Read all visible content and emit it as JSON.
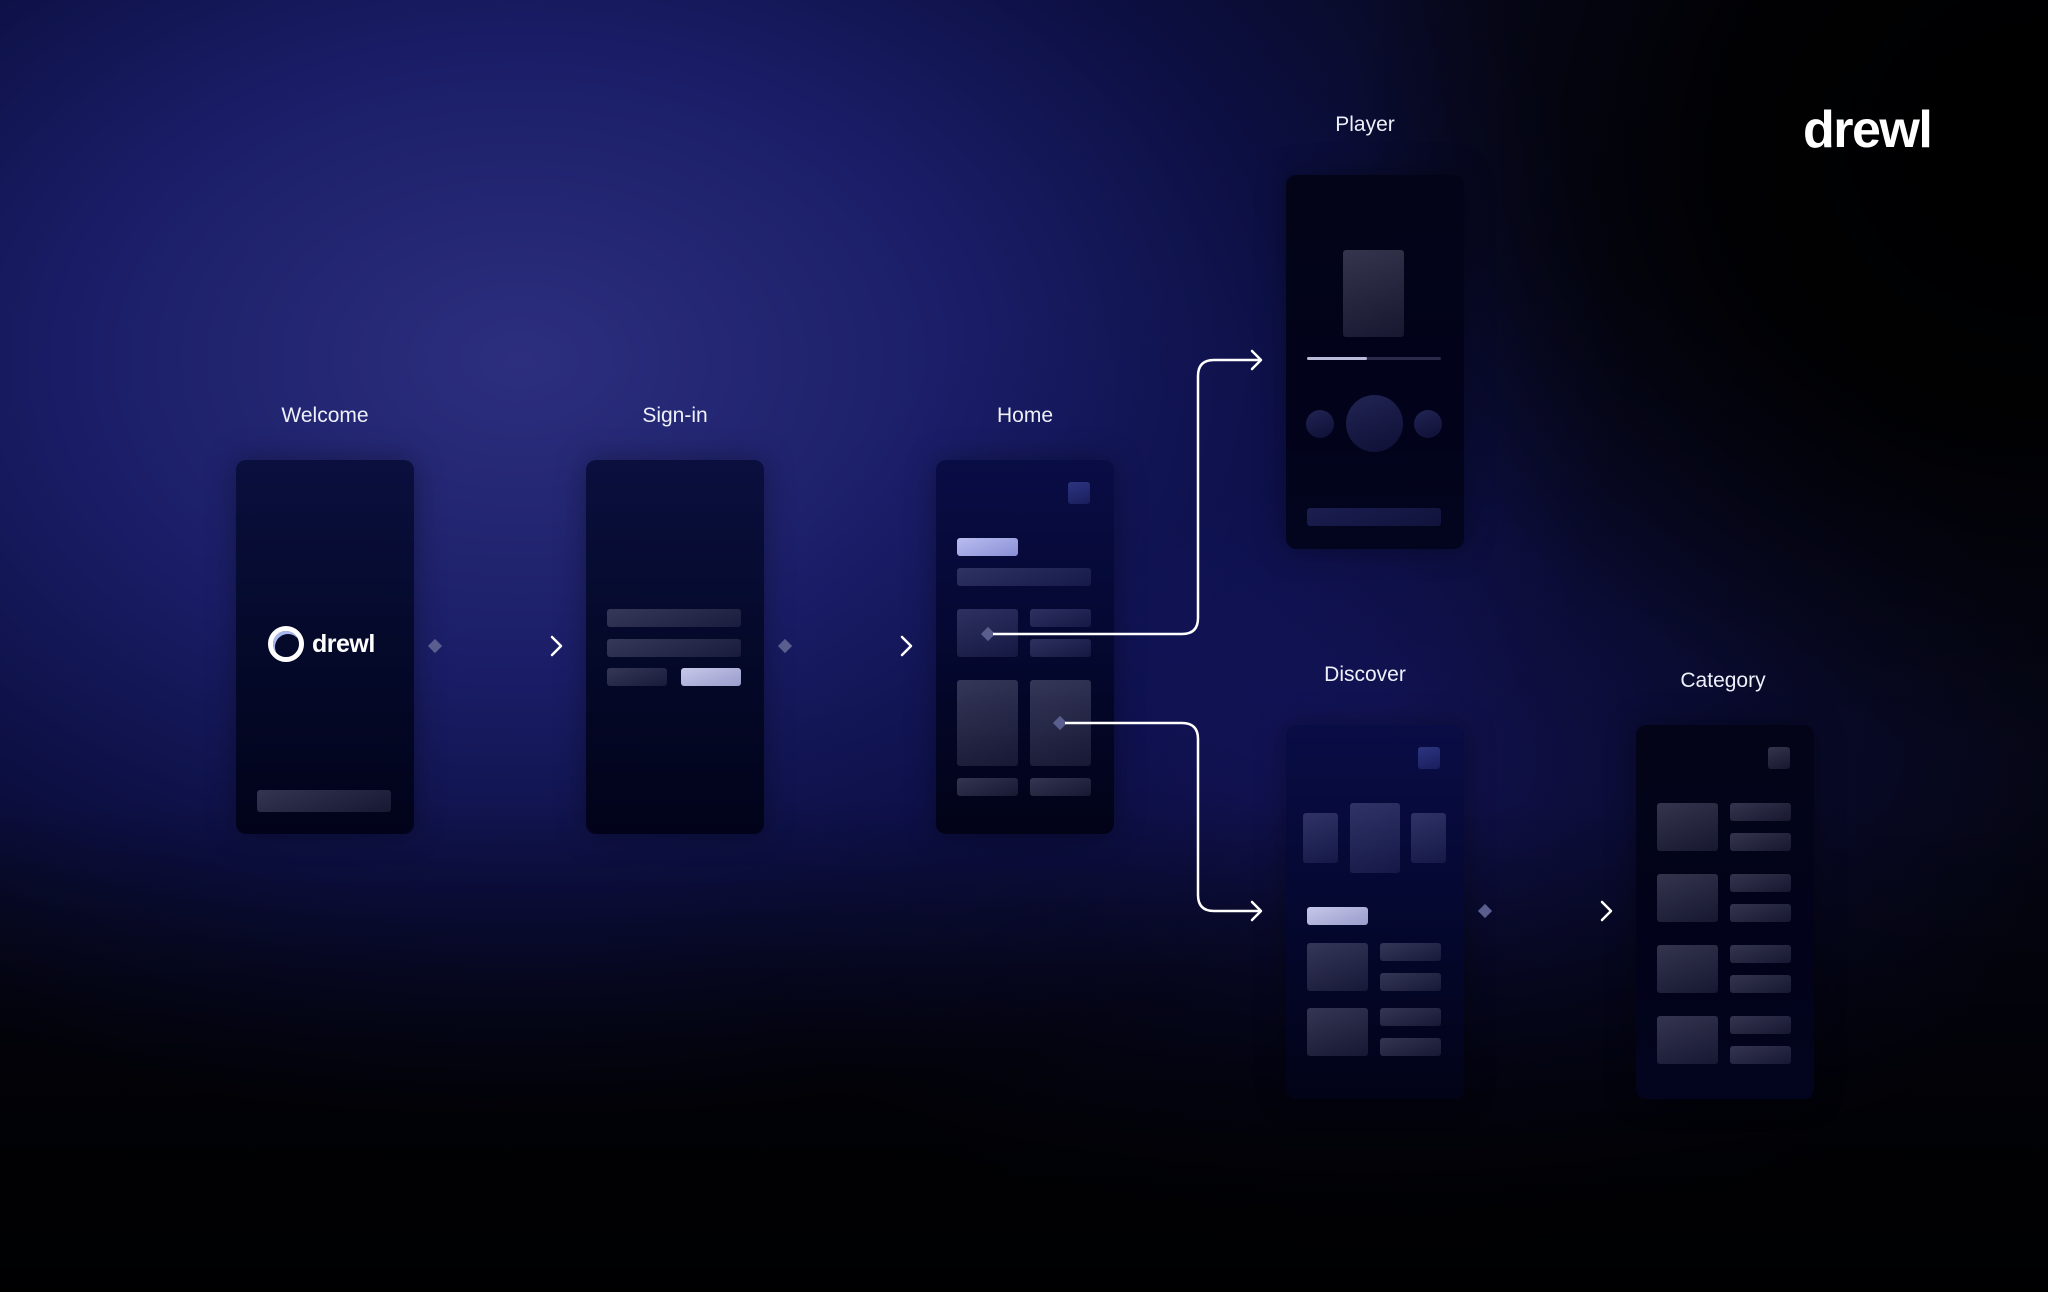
{
  "brand": {
    "name": "drewl"
  },
  "colors": {
    "background_primary": "#1a1d66",
    "background_glow": "#2c2f7e",
    "frame_bg": "#050a2c",
    "connector": "#ffffff",
    "accent_block": "#c6c8ea",
    "label_text": "#eef0fa"
  },
  "screens": [
    {
      "id": "welcome",
      "label": "Welcome",
      "logo_text": "drewl"
    },
    {
      "id": "sign-in",
      "label": "Sign-in"
    },
    {
      "id": "home",
      "label": "Home"
    },
    {
      "id": "player",
      "label": "Player"
    },
    {
      "id": "discover",
      "label": "Discover"
    },
    {
      "id": "category",
      "label": "Category"
    }
  ],
  "flows": [
    {
      "from": "Welcome",
      "to": "Sign-in"
    },
    {
      "from": "Sign-in",
      "to": "Home"
    },
    {
      "from": "Home",
      "to": "Player"
    },
    {
      "from": "Home",
      "to": "Discover"
    },
    {
      "from": "Discover",
      "to": "Category"
    }
  ]
}
